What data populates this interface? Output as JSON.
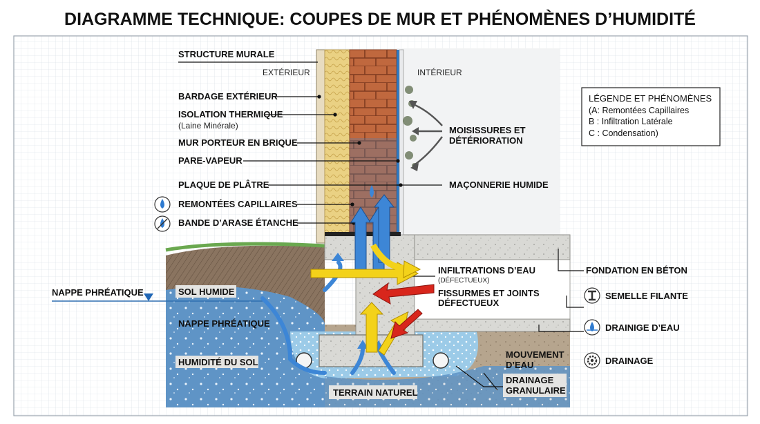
{
  "title": "DIAGRAMME TECHNIQUE: COUPES DE MUR ET PHÉNOMÈNES D’HUMIDITÉ",
  "zones": {
    "exterior": "EXTÉRIEUR",
    "interior": "INTÉRIEUR"
  },
  "left_labels": {
    "structure": "STRUCTURE MURALE",
    "bardage": "BARDAGE EXTÉRIEUR",
    "isolation": "ISOLATION THERMIQUE",
    "isolation_sub": "(Laine Minérale)",
    "mur_porteur": "MUR PORTEUR EN BRIQUE",
    "pare_vapeur": "PARE-VAPEUR",
    "plaque": "PLAQUE DE PLÂTRE",
    "remontees": "REMONTÉES CAPILLAIRES",
    "bande": "BANDE D’ARASE ÉTANCHE"
  },
  "ground_labels": {
    "nappe_left": "NAPPE PHRÉATIQUE",
    "sol_humide": "SOL HUMIDE",
    "nappe": "NAPPE PHRÉATIQUE",
    "humidite_sol": "HUMIDITÉ DU SOL",
    "terrain": "TERRAIN NATUREL"
  },
  "right_labels": {
    "moisissures_1": "MOISISSURES ET",
    "moisissures_2": "DÉTÉRIORATION",
    "maconnerie": "MAÇONNERIE HUMIDE",
    "infiltrations": "INFILTRATIONS D’EAU",
    "infiltrations_sub": "(DÉFECTUEUX)",
    "fissures_1": "FISSURMES ET JOINTS",
    "fissures_2": "DÉFECTUEUX",
    "fondation": "FONDATION EN BÉTON",
    "semelle": "SEMELLE FILANTE",
    "drainige": "DRAINIGE D’EAU",
    "drainage": "DRAINAGE",
    "mouvement_1": "MOUVEMENT",
    "mouvement_2": "D’EAU",
    "drainage_gran_1": "DRAINAGE",
    "drainage_gran_2": "GRANULAIRE"
  },
  "legend": {
    "title": "LÉGENDE ET PHÉNOMÈNES",
    "items": [
      "(A: Remontées Capillaires",
      "B : Infiltration Latérale",
      "C : Condensation)"
    ]
  },
  "colors": {
    "water": "#5b93c8",
    "soil": "#8a7460",
    "brick": "#c0683e",
    "insulation": "#e9cf82",
    "concrete": "#d8d8d4",
    "arrow_blue": "#3d86d6",
    "arrow_yellow": "#f3d21a",
    "arrow_red": "#d8261c"
  }
}
